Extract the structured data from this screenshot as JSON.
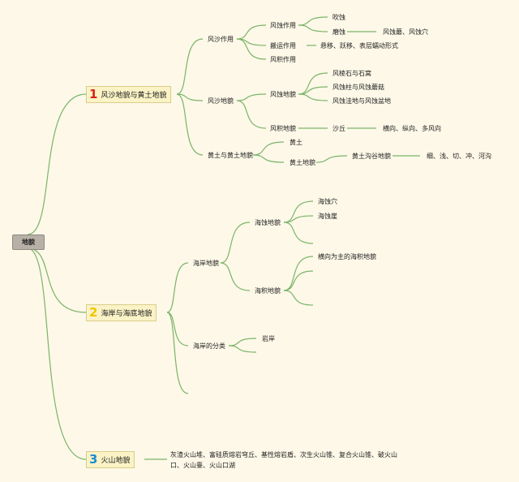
{
  "root": "地貌",
  "topics": [
    {
      "num": "1",
      "num_color": "#d9221b",
      "label": "风沙地貌与黄土地貌",
      "sub": [
        {
          "label": "风沙作用",
          "children": [
            {
              "label": "风蚀作用",
              "children": [
                {
                  "label": "吹蚀"
                },
                {
                  "label": "磨蚀",
                  "detail": "风蚀蘑、风蚀穴"
                }
              ]
            },
            {
              "label": "搬运作用",
              "detail": "悬移、跃移、表层蠕动形式"
            },
            {
              "label": "风积作用"
            }
          ]
        },
        {
          "label": "风沙地貌",
          "children": [
            {
              "label": "风蚀地貌",
              "children": [
                {
                  "label": "风棱石与石窝"
                },
                {
                  "label": "风蚀柱与风蚀蘑菇"
                },
                {
                  "label": "风蚀洼地与风蚀盆地"
                }
              ]
            },
            {
              "label": "风积地貌",
              "children": [
                {
                  "label": "沙丘",
                  "detail": "横向、纵向、多风向"
                }
              ]
            }
          ]
        },
        {
          "label": "黄土与黄土地貌",
          "children": [
            {
              "label": "黄土"
            },
            {
              "label": "黄土地貌",
              "children": [
                {
                  "label": "黄土沟谷地貌",
                  "detail": "细、浅、切、冲、河沟"
                }
              ]
            }
          ]
        }
      ]
    },
    {
      "num": "2",
      "num_color": "#f2c500",
      "label": "海岸与海底地貌",
      "sub": [
        {
          "label": "海岸地貌",
          "children": [
            {
              "label": "海蚀地貌",
              "children": [
                {
                  "label": "海蚀穴"
                },
                {
                  "label": "海蚀崖"
                }
              ]
            },
            {
              "label": "海积地貌",
              "children": [
                {
                  "label": "横向为主的海积地貌"
                }
              ]
            }
          ]
        },
        {
          "label": "海岸的分类",
          "children": [
            {
              "label": "岩岸"
            }
          ]
        }
      ]
    },
    {
      "num": "3",
      "num_color": "#1a8ccf",
      "label": "火山地貌",
      "detail": "灰渣火山堆、富硅质熔岩穹丘、基性熔岩盾、次生火山锥、复合火山锥、破火山口、火山臺、火山口湖"
    }
  ],
  "style": {
    "line_color": "#7bb469",
    "background": "#fdf8e8"
  }
}
